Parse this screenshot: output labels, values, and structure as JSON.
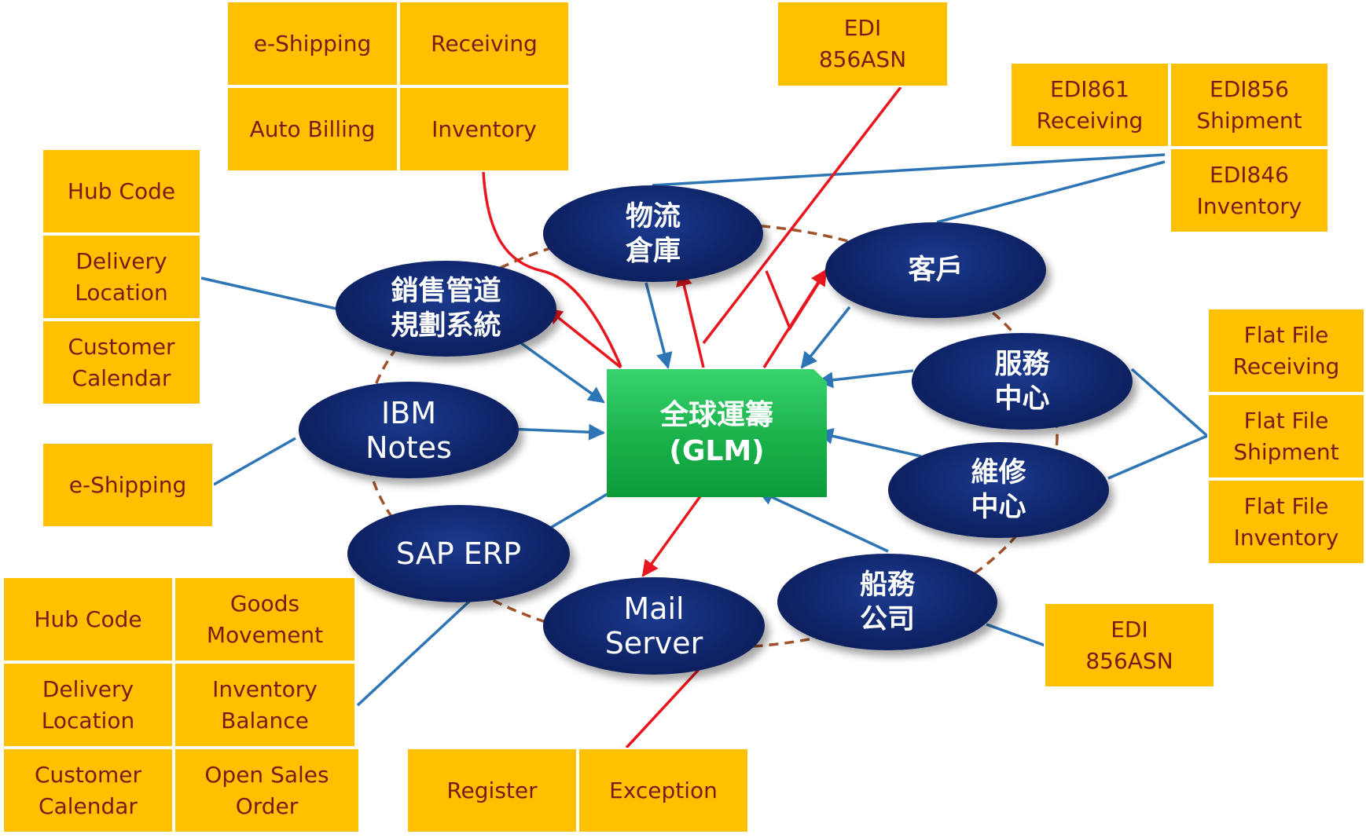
{
  "center": {
    "label": "全球運籌\n(GLM)",
    "color": "#19B14A"
  },
  "nodes": {
    "warehouse": "物流\n倉庫",
    "sales": "銷售管道\n規劃系統",
    "customer": "客戶",
    "service": "服務\n中心",
    "repair": "維修\n中心",
    "shipping": "船務\n公司",
    "mail": "Mail\nServer",
    "sap": "SAP ERP",
    "notes": "IBM\nNotes"
  },
  "boxes": {
    "top_eshipping": "e-Shipping",
    "top_receiving": "Receiving",
    "top_autobilling": "Auto Billing",
    "top_inventory": "Inventory",
    "top_edi_856asn": "EDI\n856ASN",
    "edi861": "EDI861\nReceiving",
    "edi856": "EDI856\nShipment",
    "edi846": "EDI846\nInventory",
    "left_hubcode": "Hub Code",
    "left_delivery": "Delivery\nLocation",
    "left_calendar": "Customer\nCalendar",
    "left_eshipping": "e-Shipping",
    "flat_receiving": "Flat File\nReceiving",
    "flat_shipment": "Flat File\nShipment",
    "flat_inventory": "Flat File\nInventory",
    "ship_edi": "EDI\n856ASN",
    "sap_hubcode": "Hub Code",
    "sap_goods": "Goods\nMovement",
    "sap_delivery": "Delivery\nLocation",
    "sap_invbal": "Inventory\nBalance",
    "sap_calendar": "Customer\nCalendar",
    "sap_openorder": "Open Sales Order",
    "mail_register": "Register",
    "mail_exception": "Exception"
  },
  "colors": {
    "box_fill": "#FFC000",
    "box_text": "#7B1A1A",
    "node_fill": "#0E2366",
    "blue_line": "#2E75B6",
    "red_line": "#E8161E",
    "ring": "#A0522D"
  }
}
